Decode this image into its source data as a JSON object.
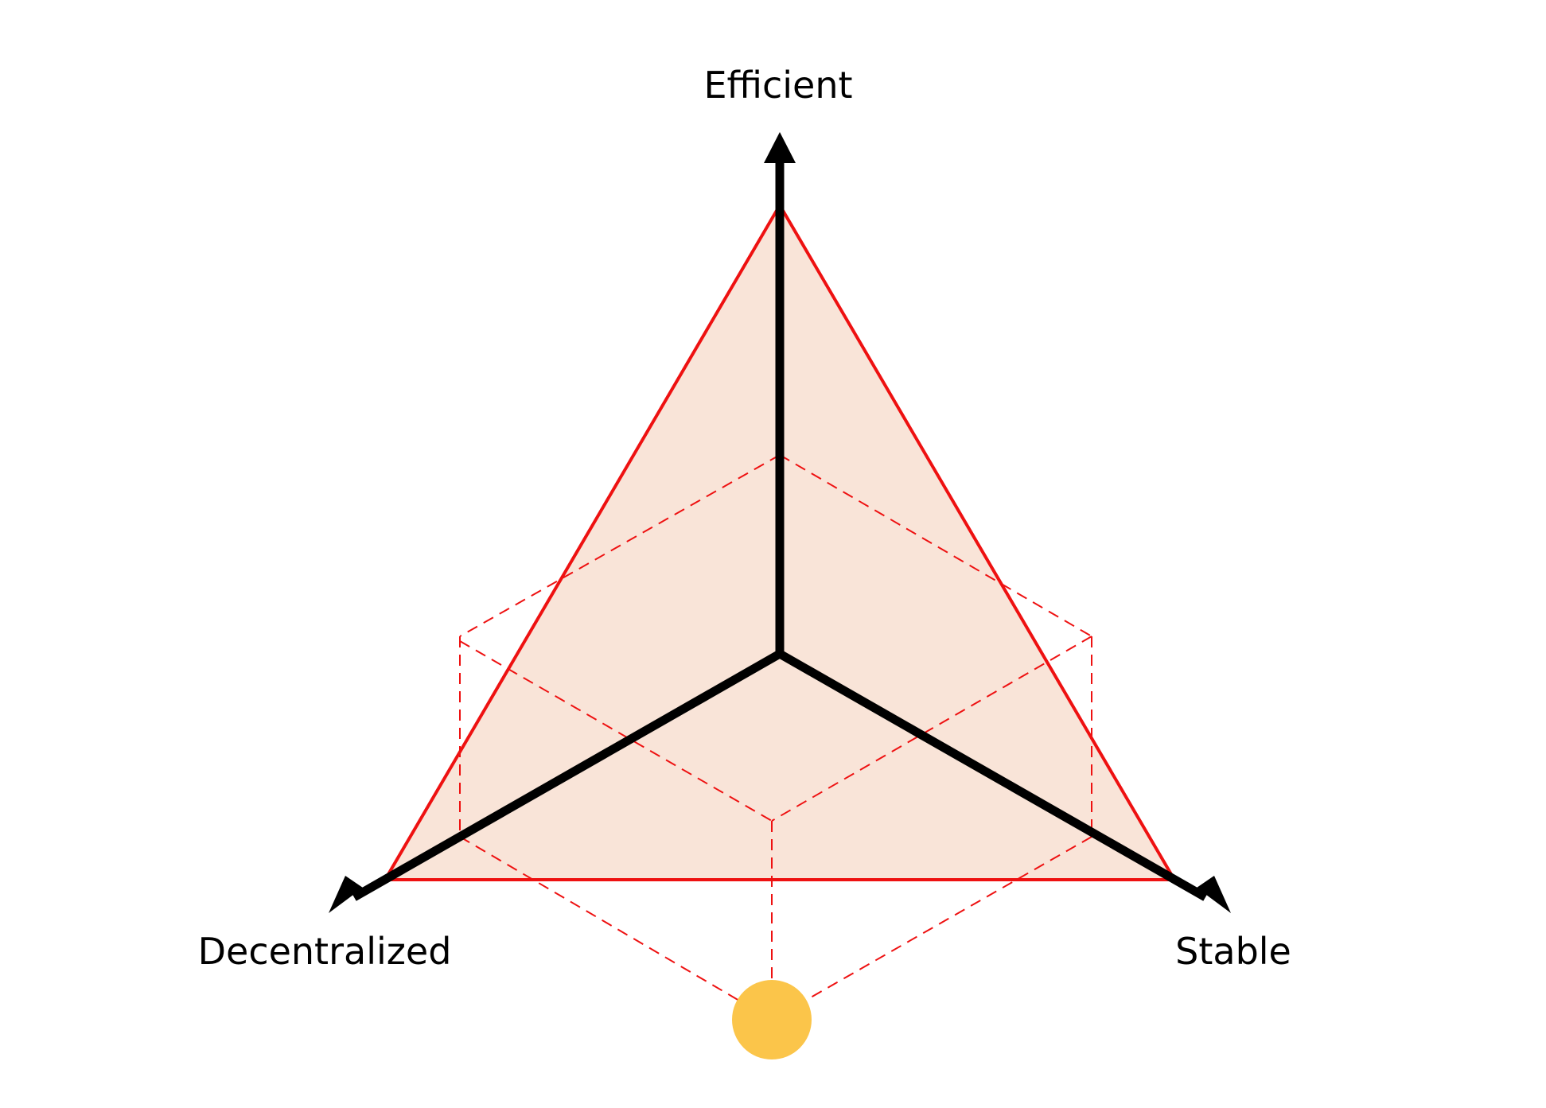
{
  "axes": {
    "top_label": "Efficient",
    "left_label": "Decentralized",
    "right_label": "Stable"
  },
  "colors": {
    "triangle_fill": "#f9e4d8",
    "triangle_stroke": "#ee1111",
    "dashed_stroke": "#ee1111",
    "axis_stroke": "#000000",
    "point_fill": "#fbc54a"
  }
}
